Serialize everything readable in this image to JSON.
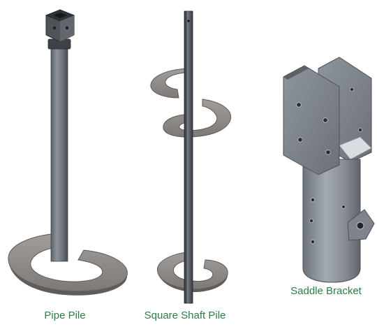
{
  "labels": {
    "pipe_pile": "Pipe Pile",
    "square_shaft_pile": "Square Shaft Pile",
    "saddle_bracket": "Saddle Bracket"
  },
  "colors": {
    "caption_text": "#2e7b4a",
    "metal_dark": "#4b5057",
    "metal_mid": "#767b83",
    "metal_light": "#9aa0a8",
    "helix": "#8a8785",
    "background": "#ffffff"
  }
}
